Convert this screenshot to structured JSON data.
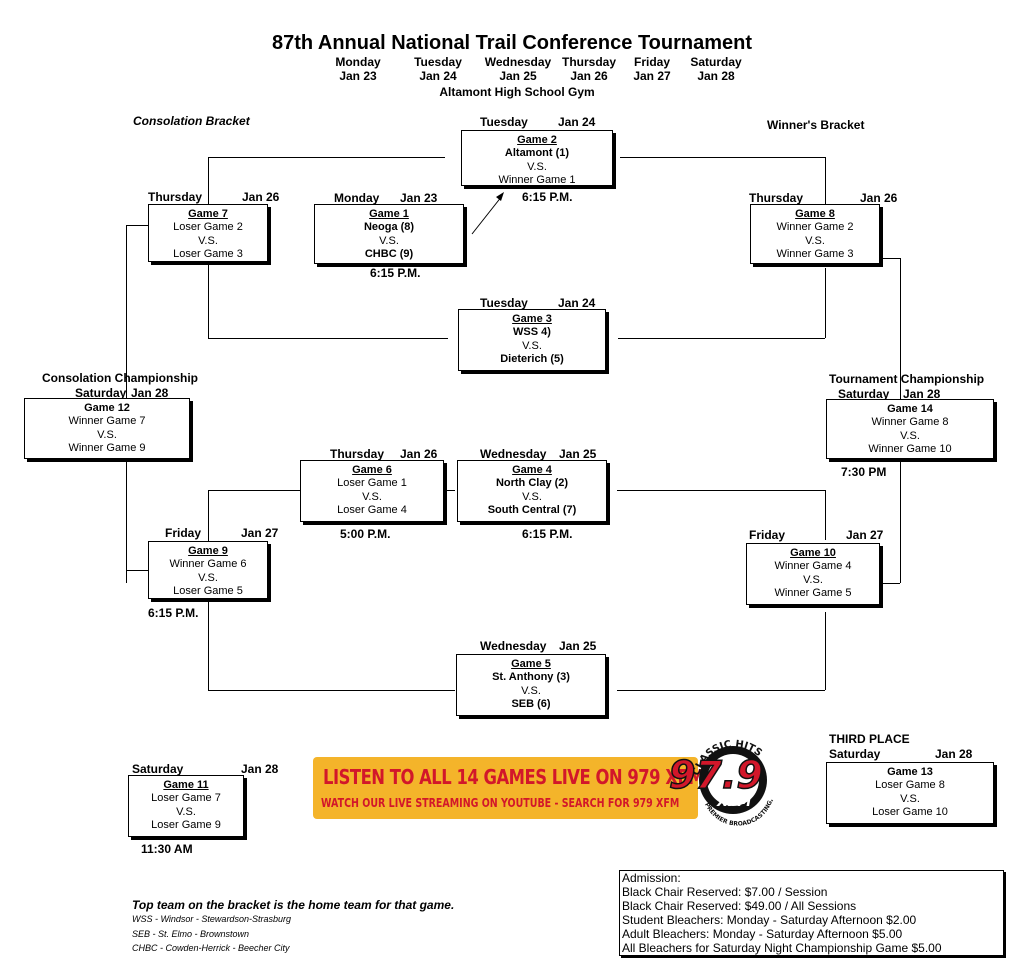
{
  "title": "87th Annual National Trail Conference Tournament",
  "days": [
    {
      "day": "Monday",
      "date": "Jan 23"
    },
    {
      "day": "Tuesday",
      "date": "Jan 24"
    },
    {
      "day": "Wednesday",
      "date": "Jan 25"
    },
    {
      "day": "Thursday",
      "date": "Jan 26"
    },
    {
      "day": "Friday",
      "date": "Jan 27"
    },
    {
      "day": "Saturday",
      "date": "Jan 28"
    }
  ],
  "venue": "Altamont High School Gym",
  "consolation_bracket": "Consolation Bracket",
  "winners_bracket": "Winner's Bracket",
  "consolation_championship": "Consolation Championship",
  "tournament_championship": "Tournament Championship",
  "third_place": "THIRD PLACE",
  "games": {
    "g1": {
      "day": "Monday",
      "date": "Jan 23",
      "title": "Game 1",
      "a": "Neoga (8)",
      "vs": "V.S.",
      "b": "CHBC (9)",
      "time": "6:15 P.M."
    },
    "g2": {
      "day": "Tuesday",
      "date": "Jan 24",
      "title": "Game 2",
      "a": "Altamont (1)",
      "vs": "V.S.",
      "b": "Winner Game 1",
      "time": "6:15 P.M."
    },
    "g3": {
      "day": "Tuesday",
      "date": "Jan 24",
      "title": "Game 3",
      "a": "WSS 4)",
      "vs": "V.S.",
      "b": "Dieterich (5)"
    },
    "g4": {
      "day": "Wednesday",
      "date": "Jan 25",
      "title": "Game 4",
      "a": "North Clay (2)",
      "vs": "V.S.",
      "b": "South Central (7)",
      "time": "6:15 P.M."
    },
    "g5": {
      "day": "Wednesday",
      "date": "Jan 25",
      "title": "Game 5",
      "a": "St. Anthony (3)",
      "vs": "V.S.",
      "b": "SEB (6)"
    },
    "g6": {
      "day": "Thursday",
      "date": "Jan 26",
      "title": "Game 6",
      "a": "Loser Game 1",
      "vs": "V.S.",
      "b": "Loser Game 4",
      "time": "5:00 P.M."
    },
    "g7": {
      "day": "Thursday",
      "date": "Jan 26",
      "title": "Game 7",
      "a": "Loser Game 2",
      "vs": "V.S.",
      "b": "Loser Game 3"
    },
    "g8": {
      "day": "Thursday",
      "date": "Jan 26",
      "title": "Game 8",
      "a": "Winner Game 2",
      "vs": "V.S.",
      "b": "Winner Game 3"
    },
    "g9": {
      "day": "Friday",
      "date": "Jan 27",
      "title": "Game 9",
      "a": "Winner Game 6",
      "vs": "V.S.",
      "b": "Loser Game 5",
      "time": "6:15 P.M."
    },
    "g10": {
      "day": "Friday",
      "date": "Jan 27",
      "title": "Game 10",
      "a": "Winner Game 4",
      "vs": "V.S.",
      "b": "Winner Game 5"
    },
    "g11": {
      "day": "Saturday",
      "date": "Jan 28",
      "title": "Game 11",
      "a": "Loser Game 7",
      "vs": "V.S.",
      "b": "Loser Game 9",
      "time": "11:30 AM"
    },
    "g12": {
      "day": "Saturday",
      "date": "Jan 28",
      "title": "Game 12",
      "a": "Winner Game 7",
      "vs": "V.S.",
      "b": "Winner Game 9"
    },
    "g13": {
      "day": "Saturday",
      "date": "Jan 28",
      "title": "Game 13",
      "a": "Loser Game 8",
      "vs": "V.S.",
      "b": "Loser Game 10"
    },
    "g14": {
      "day": "Saturday",
      "date": "Jan 28",
      "title": "Game 14",
      "a": "Winner Game 8",
      "vs": "V.S.",
      "b": "Winner Game 10",
      "time": "7:30 PM"
    }
  },
  "banner": {
    "line1": "LISTEN  TO ALL 14 GAMES LIVE ON 979 XFM,",
    "line2": "WATCH OUR LIVE STREAMING ON YOUTUBE - SEARCH FOR 979 XFM",
    "logo_top": "CLASSIC HITS",
    "logo_freq": "97.9",
    "logo_call": "XFM",
    "logo_bottom": "PREMIER BROADCASTING, INC",
    "colors": {
      "background": "#f4b42a",
      "text": "#d2172a",
      "logo": "#d2172a"
    }
  },
  "admission": [
    "Admission:",
    "Black Chair Reserved: $7.00 / Session",
    "Black Chair Reserved: $49.00 / All Sessions",
    "Student Bleachers: Monday - Saturday Afternoon  $2.00",
    "Adult Bleachers: Monday - Saturday Afternoon  $5.00",
    "All Bleachers for Saturday Night Championship Game  $5.00"
  ],
  "notes": {
    "home_team": "Top team on the bracket is the home team for that game.",
    "abbrev": [
      "WSS - Windsor - Stewardson-Strasburg",
      "SEB - St. Elmo - Brownstown",
      "CHBC - Cowden-Herrick - Beecher City"
    ]
  }
}
